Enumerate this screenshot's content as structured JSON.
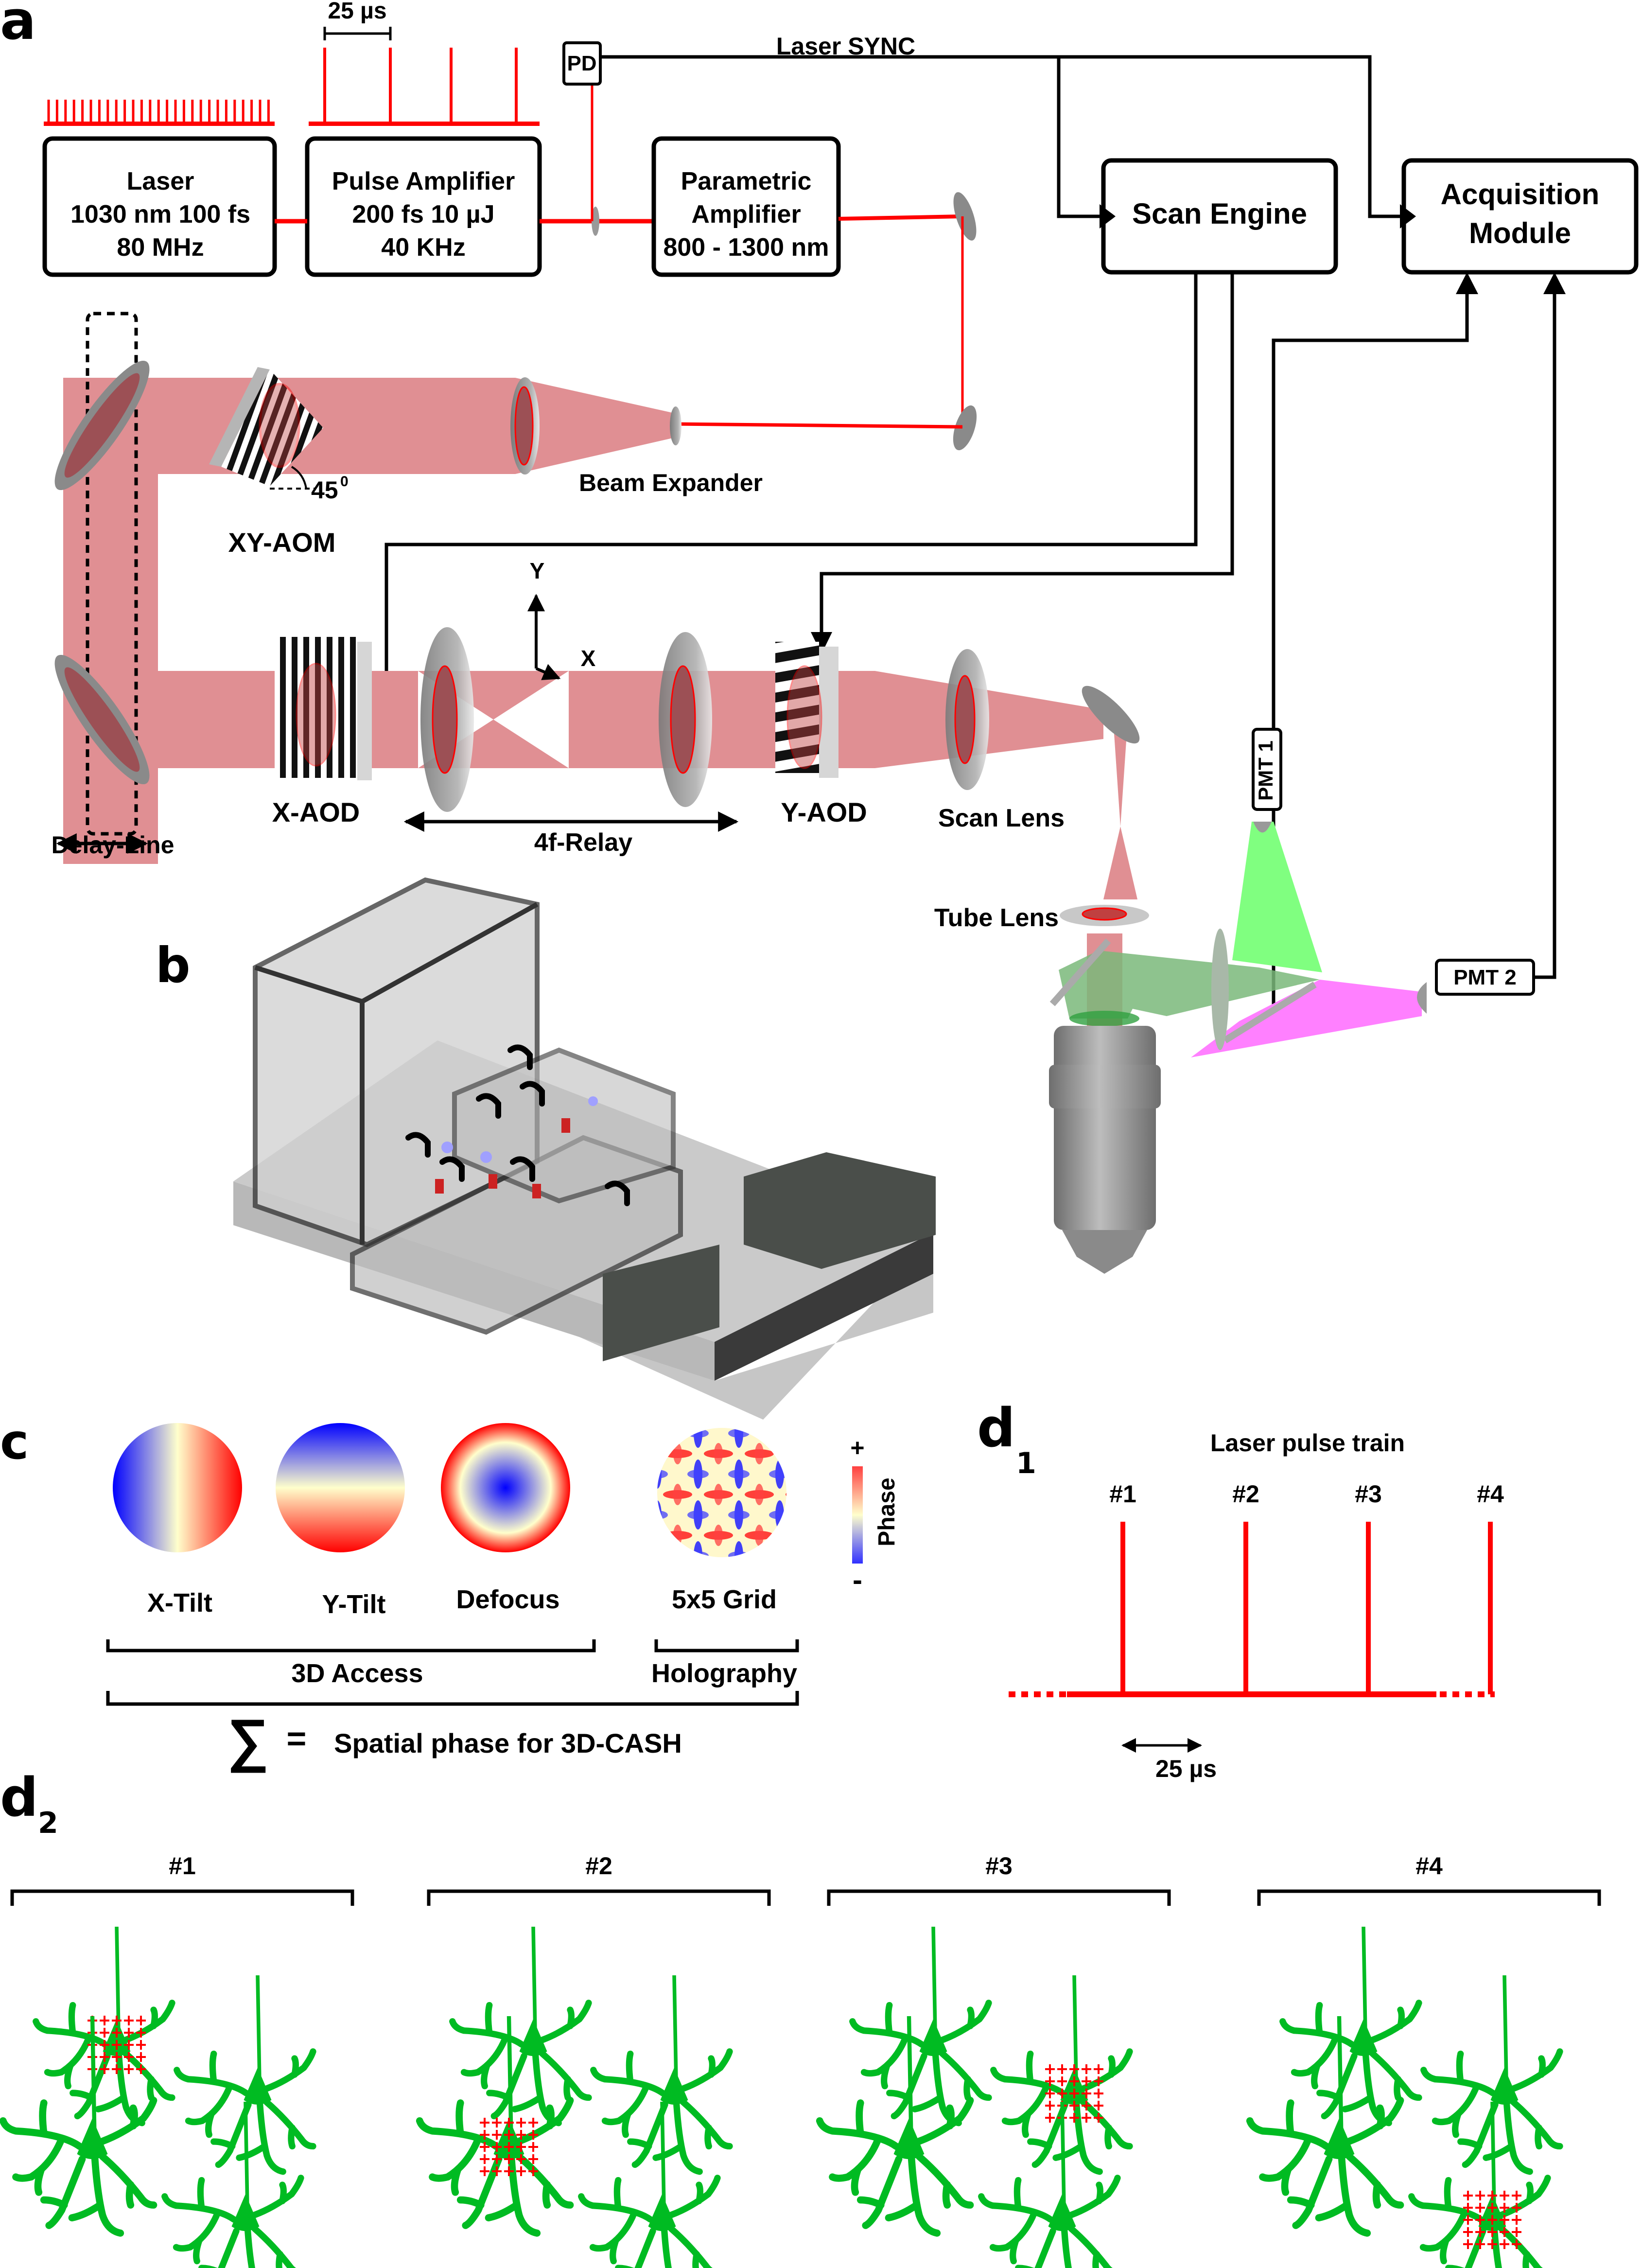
{
  "panels": {
    "a": "a",
    "b": "b",
    "c": "c",
    "d1": "d",
    "d1_sub": "1",
    "d2": "d",
    "d2_sub": "2"
  },
  "colors": {
    "laser_red": "#ff0000",
    "beam_pink": "#e08f93",
    "emission_green": "#80ff80",
    "emission_magenta": "#ff80ff",
    "neuron_green": "#00bb22",
    "phase_positive": "#ff0000",
    "phase_neutral": "#ffffcc",
    "phase_negative": "#0000ff"
  },
  "panel_a": {
    "pulse_spacing_label": "25 µs",
    "boxes": {
      "laser": [
        "Laser",
        "1030 nm  100 fs",
        "80 MHz"
      ],
      "pulse_amplifier": [
        "Pulse Amplifier",
        "200 fs 10 µJ",
        "40 KHz"
      ],
      "parametric_amplifier": [
        "Parametric",
        "Amplifier",
        "800 - 1300 nm"
      ],
      "scan_engine": [
        "Scan Engine"
      ],
      "acquisition_module": [
        "Acquisition",
        "Module"
      ],
      "pd": "PD",
      "pmt1": "PMT 1",
      "pmt2": "PMT 2"
    },
    "signal_label": "Laser SYNC",
    "optics_labels": {
      "beam_expander": "Beam Expander",
      "xy_aom": "XY-AOM",
      "angle": "45",
      "angle_sup": "0",
      "delay_line": "Delay-Line",
      "x_aod": "X-AOD",
      "relay": "4f-Relay",
      "y_aod": "Y-AOD",
      "scan_lens": "Scan Lens",
      "tube_lens": "Tube Lens",
      "axis_y": "Y",
      "axis_x": "X"
    }
  },
  "panel_c": {
    "patterns": [
      {
        "label": "X-Tilt",
        "type": "x-gradient"
      },
      {
        "label": "Y-Tilt",
        "type": "y-gradient"
      },
      {
        "label": "Defocus",
        "type": "radial"
      },
      {
        "label": "5x5 Grid",
        "type": "grid"
      }
    ],
    "group_labels": [
      "3D Access",
      "Holography"
    ],
    "sum_symbol": "∑",
    "equals": "=",
    "sum_label": "Spatial phase for 3D-CASH",
    "colorbar": {
      "title": "Phase",
      "plus": "+",
      "minus": "-"
    }
  },
  "panel_d1": {
    "title": "Laser pulse train",
    "pulses": [
      "#1",
      "#2",
      "#3",
      "#4"
    ],
    "spacing_label": "25 µs"
  },
  "panel_d2": {
    "frames": [
      {
        "label": "#1",
        "targeted_neuron": "top-left"
      },
      {
        "label": "#2",
        "targeted_neuron": "bottom-left"
      },
      {
        "label": "#3",
        "targeted_neuron": "top-right"
      },
      {
        "label": "#4",
        "targeted_neuron": "bottom-right"
      }
    ],
    "grid_size": "5x5"
  }
}
